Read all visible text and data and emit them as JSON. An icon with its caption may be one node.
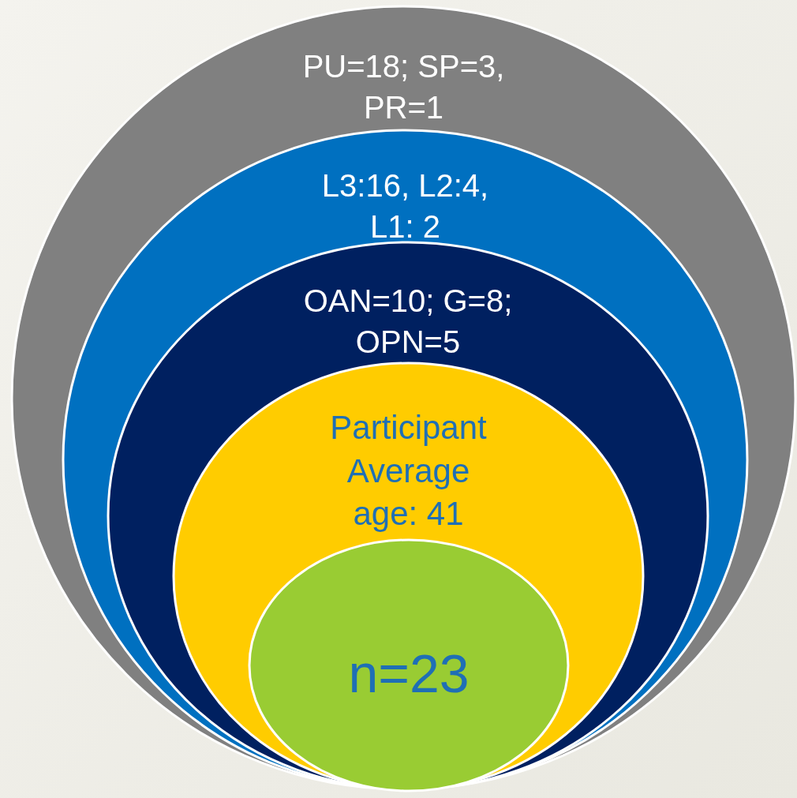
{
  "diagram": {
    "nodes": [
      {
        "text": [
          "PU=18; SP=3, PR=1"
        ]
      },
      {
        "text": [
          "L3:16, L2:4, L1: 2"
        ],
        "in": 0
      },
      {
        "text": [
          "OAN=10; G=8; OPN=5"
        ],
        "in": 1
      },
      {
        "text": [
          "Participant Average age: 41"
        ],
        "in": 2
      },
      {
        "text": [
          "n=23"
        ],
        "in": 3
      }
    ]
  }
}
